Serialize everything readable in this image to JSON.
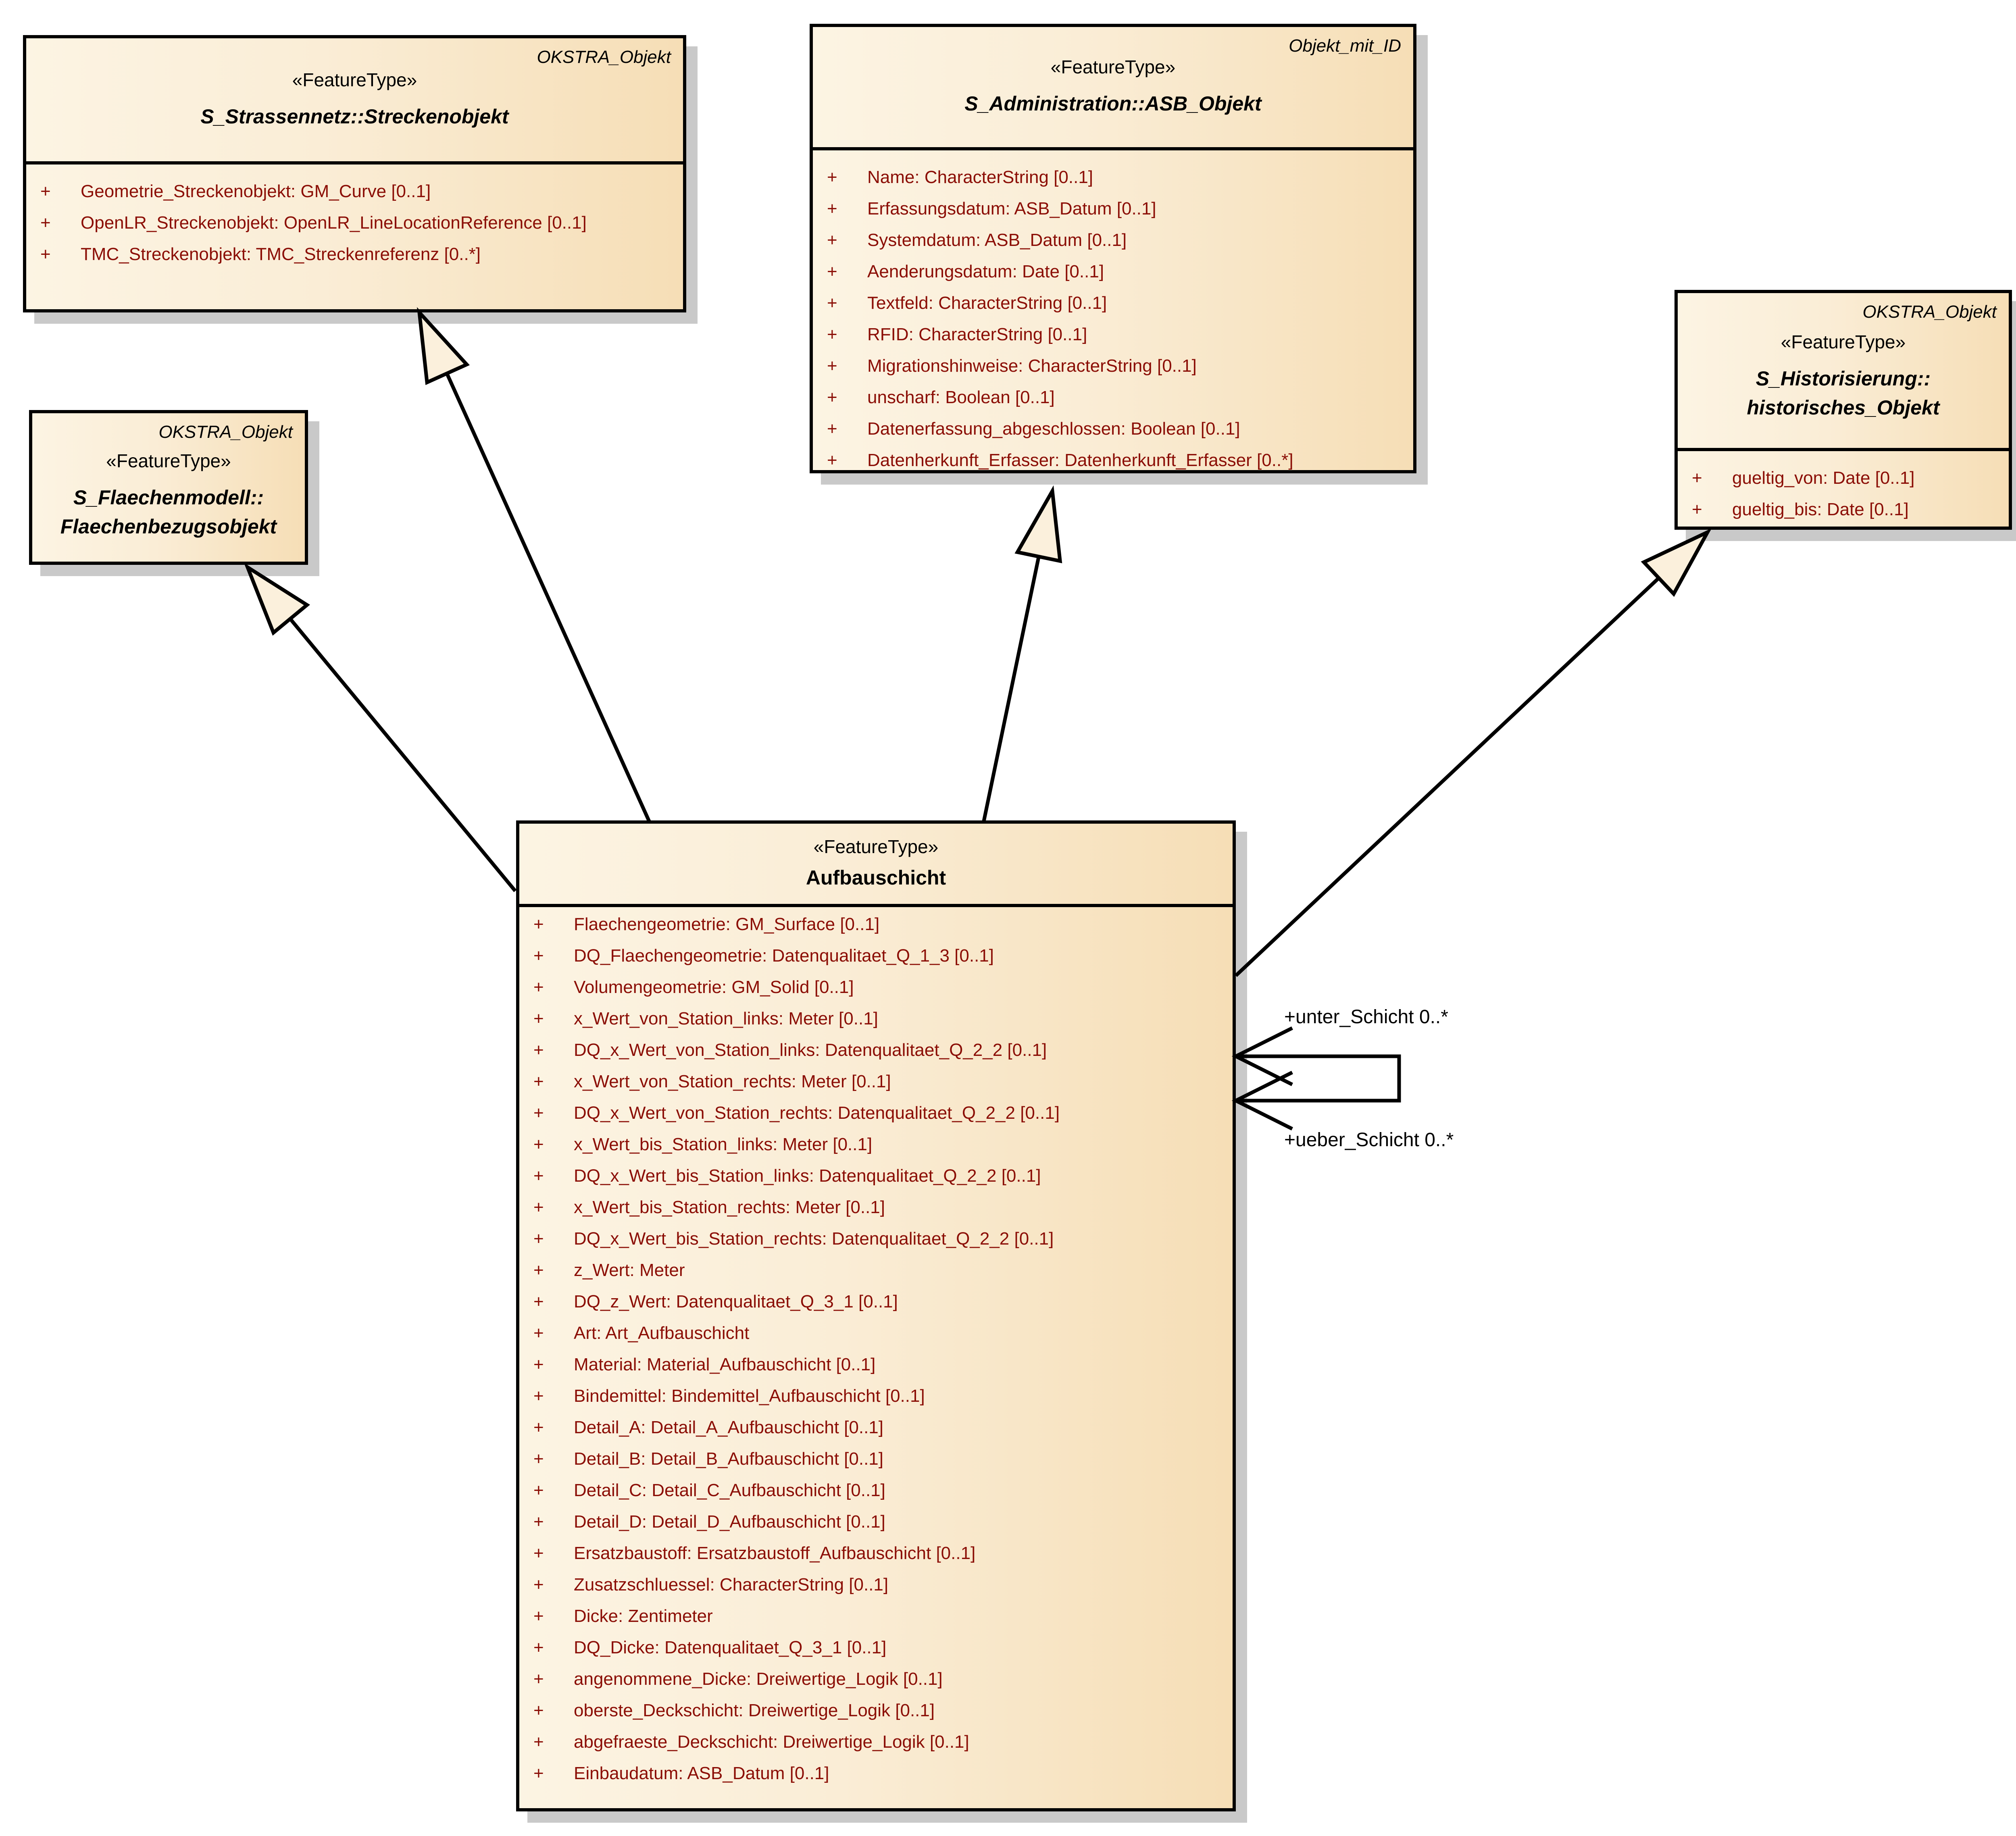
{
  "diagram": {
    "type": "uml-class-diagram",
    "colors": {
      "box_fill_left": "#FCF4E3",
      "box_fill_right": "#F6DEB6",
      "border": "#000000",
      "attribute_text": "#8B0E06",
      "header_text": "#000000",
      "shadow": "#C9C9C9",
      "background": "#FFFFFF"
    },
    "classes": [
      {
        "id": "streckenobjekt",
        "corner_label": "OKSTRA_Objekt",
        "stereotype": "«FeatureType»",
        "name_lines": [
          "S_Strassennetz::Streckenobjekt"
        ],
        "attributes": [
          {
            "v": "+",
            "text": "Geometrie_Streckenobjekt: GM_Curve [0..1]"
          },
          {
            "v": "+",
            "text": "OpenLR_Streckenobjekt: OpenLR_LineLocationReference [0..1]"
          },
          {
            "v": "+",
            "text": "TMC_Streckenobjekt: TMC_Streckenreferenz [0..*]"
          }
        ]
      },
      {
        "id": "asb-objekt",
        "corner_label": "Objekt_mit_ID",
        "stereotype": "«FeatureType»",
        "name_lines": [
          "S_Administration::ASB_Objekt"
        ],
        "attributes": [
          {
            "v": "+",
            "text": "Name: CharacterString [0..1]"
          },
          {
            "v": "+",
            "text": "Erfassungsdatum: ASB_Datum [0..1]"
          },
          {
            "v": "+",
            "text": "Systemdatum: ASB_Datum [0..1]"
          },
          {
            "v": "+",
            "text": "Aenderungsdatum: Date [0..1]"
          },
          {
            "v": "+",
            "text": "Textfeld: CharacterString [0..1]"
          },
          {
            "v": "+",
            "text": "RFID: CharacterString [0..1]"
          },
          {
            "v": "+",
            "text": "Migrationshinweise: CharacterString [0..1]"
          },
          {
            "v": "+",
            "text": "unscharf: Boolean [0..1]"
          },
          {
            "v": "+",
            "text": "Datenerfassung_abgeschlossen: Boolean [0..1]"
          },
          {
            "v": "+",
            "text": "Datenherkunft_Erfasser: Datenherkunft_Erfasser [0..*]"
          }
        ]
      },
      {
        "id": "flaechenbezugsobjekt",
        "corner_label": "OKSTRA_Objekt",
        "stereotype": "«FeatureType»",
        "name_lines": [
          "S_Flaechenmodell::",
          "Flaechenbezugsobjekt"
        ],
        "attributes": []
      },
      {
        "id": "historisches-objekt",
        "corner_label": "OKSTRA_Objekt",
        "stereotype": "«FeatureType»",
        "name_lines": [
          "S_Historisierung::",
          "historisches_Objekt"
        ],
        "attributes": [
          {
            "v": "+",
            "text": "gueltig_von: Date [0..1]"
          },
          {
            "v": "+",
            "text": "gueltig_bis: Date [0..1]"
          }
        ]
      },
      {
        "id": "aufbauschicht",
        "corner_label": "",
        "stereotype": "«FeatureType»",
        "name_lines": [
          "Aufbauschicht"
        ],
        "attributes": [
          {
            "v": "+",
            "text": "Flaechengeometrie: GM_Surface [0..1]"
          },
          {
            "v": "+",
            "text": "DQ_Flaechengeometrie: Datenqualitaet_Q_1_3 [0..1]"
          },
          {
            "v": "+",
            "text": "Volumengeometrie: GM_Solid [0..1]"
          },
          {
            "v": "+",
            "text": "x_Wert_von_Station_links: Meter [0..1]"
          },
          {
            "v": "+",
            "text": "DQ_x_Wert_von_Station_links: Datenqualitaet_Q_2_2 [0..1]"
          },
          {
            "v": "+",
            "text": "x_Wert_von_Station_rechts: Meter [0..1]"
          },
          {
            "v": "+",
            "text": "DQ_x_Wert_von_Station_rechts: Datenqualitaet_Q_2_2 [0..1]"
          },
          {
            "v": "+",
            "text": "x_Wert_bis_Station_links: Meter [0..1]"
          },
          {
            "v": "+",
            "text": "DQ_x_Wert_bis_Station_links: Datenqualitaet_Q_2_2 [0..1]"
          },
          {
            "v": "+",
            "text": "x_Wert_bis_Station_rechts: Meter [0..1]"
          },
          {
            "v": "+",
            "text": "DQ_x_Wert_bis_Station_rechts: Datenqualitaet_Q_2_2 [0..1]"
          },
          {
            "v": "+",
            "text": "z_Wert: Meter"
          },
          {
            "v": "+",
            "text": "DQ_z_Wert: Datenqualitaet_Q_3_1 [0..1]"
          },
          {
            "v": "+",
            "text": "Art: Art_Aufbauschicht"
          },
          {
            "v": "+",
            "text": "Material: Material_Aufbauschicht [0..1]"
          },
          {
            "v": "+",
            "text": "Bindemittel: Bindemittel_Aufbauschicht [0..1]"
          },
          {
            "v": "+",
            "text": "Detail_A: Detail_A_Aufbauschicht [0..1]"
          },
          {
            "v": "+",
            "text": "Detail_B: Detail_B_Aufbauschicht [0..1]"
          },
          {
            "v": "+",
            "text": "Detail_C: Detail_C_Aufbauschicht [0..1]"
          },
          {
            "v": "+",
            "text": "Detail_D: Detail_D_Aufbauschicht [0..1]"
          },
          {
            "v": "+",
            "text": "Ersatzbaustoff: Ersatzbaustoff_Aufbauschicht [0..1]"
          },
          {
            "v": "+",
            "text": "Zusatzschluessel: CharacterString [0..1]"
          },
          {
            "v": "+",
            "text": "Dicke: Zentimeter"
          },
          {
            "v": "+",
            "text": "DQ_Dicke: Datenqualitaet_Q_3_1 [0..1]"
          },
          {
            "v": "+",
            "text": "angenommene_Dicke: Dreiwertige_Logik [0..1]"
          },
          {
            "v": "+",
            "text": "oberste_Deckschicht: Dreiwertige_Logik [0..1]"
          },
          {
            "v": "+",
            "text": "abgefraeste_Deckschicht: Dreiwertige_Logik [0..1]"
          },
          {
            "v": "+",
            "text": "Einbaudatum: ASB_Datum [0..1]"
          }
        ]
      }
    ],
    "associations": {
      "unter_label": "+unter_Schicht 0..*",
      "ueber_label": "+ueber_Schicht 0..*"
    }
  }
}
